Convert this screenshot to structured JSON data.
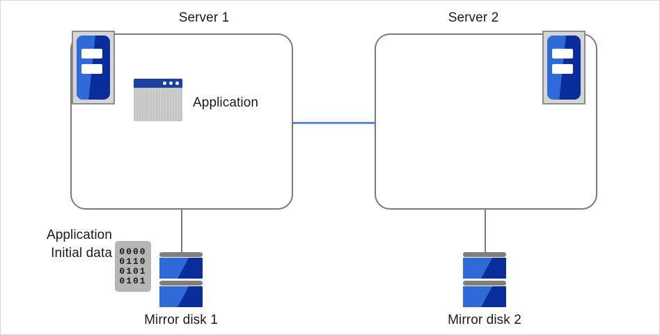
{
  "diagram": {
    "title_server1": "Server 1",
    "title_server2": "Server 2",
    "application_label": "Application",
    "initial_data_line1": "Application",
    "initial_data_line2": "Initial data",
    "mirror_disk1_label": "Mirror disk 1",
    "mirror_disk2_label": "Mirror disk 2",
    "binary_rows": [
      "0000",
      "0110",
      "0101",
      "0101"
    ],
    "icons": {
      "server1_rack": "server-rack-icon",
      "server2_rack": "server-rack-icon",
      "application_window": "application-window-icon",
      "data_block": "binary-data-icon",
      "disk1": "mirror-disk-icon",
      "disk2": "mirror-disk-icon"
    },
    "colors": {
      "link_line": "#5b87e8",
      "box_border": "#7a7a7a",
      "connector": "#7a7a7a",
      "icon_blue_light": "#2f6bd8",
      "icon_blue_dark": "#0a2d9c",
      "icon_frame": "#d5d5d5",
      "app_titlebar": "#1d3f9e",
      "app_body": "#c9c9c9",
      "data_block_bg": "#b5b5b5",
      "text": "#1a1a1a",
      "page_bg": "#ffffff"
    }
  }
}
